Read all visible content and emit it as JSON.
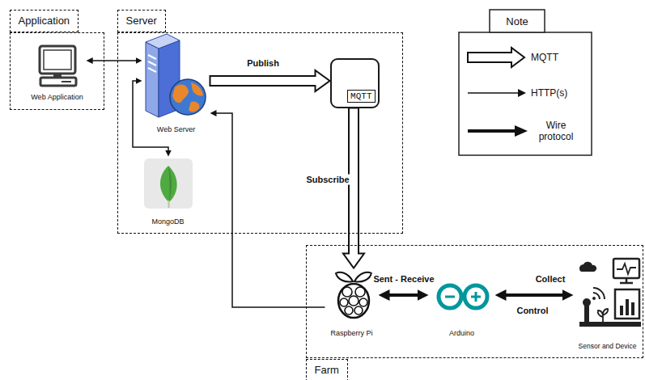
{
  "diagram": {
    "nodes": [
      {
        "text": [
          "Application"
        ]
      },
      {
        "text": [
          "Web Application"
        ],
        "in": 0
      },
      {
        "text": [
          "Server"
        ]
      },
      {
        "text": [
          "Web Server"
        ],
        "in": 2
      },
      {
        "text": [
          "MQTT"
        ],
        "in": 2
      },
      {
        "text": [
          "MongoDB"
        ],
        "in": 2
      },
      {
        "text": [
          "Farm"
        ]
      },
      {
        "text": [
          "Raspberry Pi"
        ],
        "in": 6
      },
      {
        "text": [
          "Arduino"
        ],
        "in": 6
      },
      {
        "text": [
          "Sensor and Device"
        ],
        "in": 6
      }
    ],
    "edges": [
      {
        "from": 1,
        "to": 3,
        "arrow": "both"
      },
      {
        "from": 3,
        "to": 4,
        "label": "Publish",
        "arrow": "to"
      },
      {
        "from": 4,
        "to": 7,
        "label": "Subscribe",
        "arrow": "to"
      },
      {
        "from": 7,
        "to": 3,
        "arrow": "to"
      },
      {
        "from": 3,
        "to": 5,
        "arrow": "both"
      },
      {
        "from": 7,
        "to": 8,
        "label": "Sent - Receive",
        "arrow": "both"
      },
      {
        "from": 8,
        "to": 9,
        "label": "Collect",
        "arrow": "both"
      }
    ],
    "labels": [
      "Note",
      "Control"
    ],
    "legend": [
      {
        "text": "MQTT"
      },
      {
        "text": "HTTP(s)"
      },
      {
        "text": "Wire protocol"
      }
    ]
  }
}
